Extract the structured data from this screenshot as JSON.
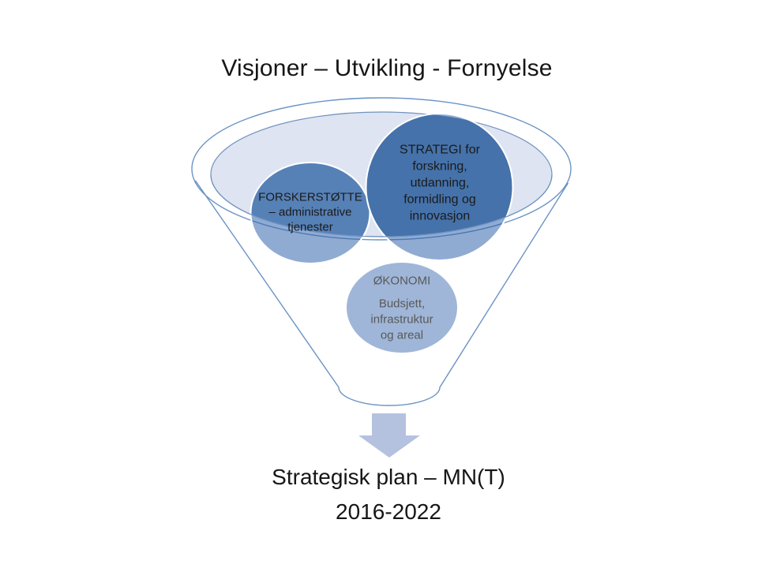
{
  "slide": {
    "title": "Visjoner – Utvikling - Fornyelse",
    "footer": {
      "line1": "Strategisk plan – MN(T)",
      "line2": "2016-2022"
    }
  },
  "funnel": {
    "circles": {
      "strategi": {
        "lines": [
          "STRATEGI for",
          "forskning,",
          "utdanning,",
          "formidling og",
          "innovasjon"
        ]
      },
      "forskerstotte": {
        "lines": [
          "FORSKERSTØTTE",
          "– administrative",
          "tjenester"
        ]
      },
      "okonomi": {
        "heading": "ØKONOMI",
        "lines": [
          "Budsjett,",
          "infrastruktur",
          "og areal"
        ]
      }
    }
  },
  "colors": {
    "title_text": "#161616",
    "circle_text": "#1a1a1a",
    "okonomi_text": "#595959",
    "strategi_dark": "#4572aa",
    "forskerstotte_dark": "#5681b7",
    "circle_translucent_base": "#2b5ea8",
    "bowl_fill": "#dee4f1",
    "funnel_outline": "#6b94c4",
    "bowl_edge": "#6f93c0",
    "arrow_fill": "#b4c2df",
    "circle_ring": "#ffffff"
  }
}
